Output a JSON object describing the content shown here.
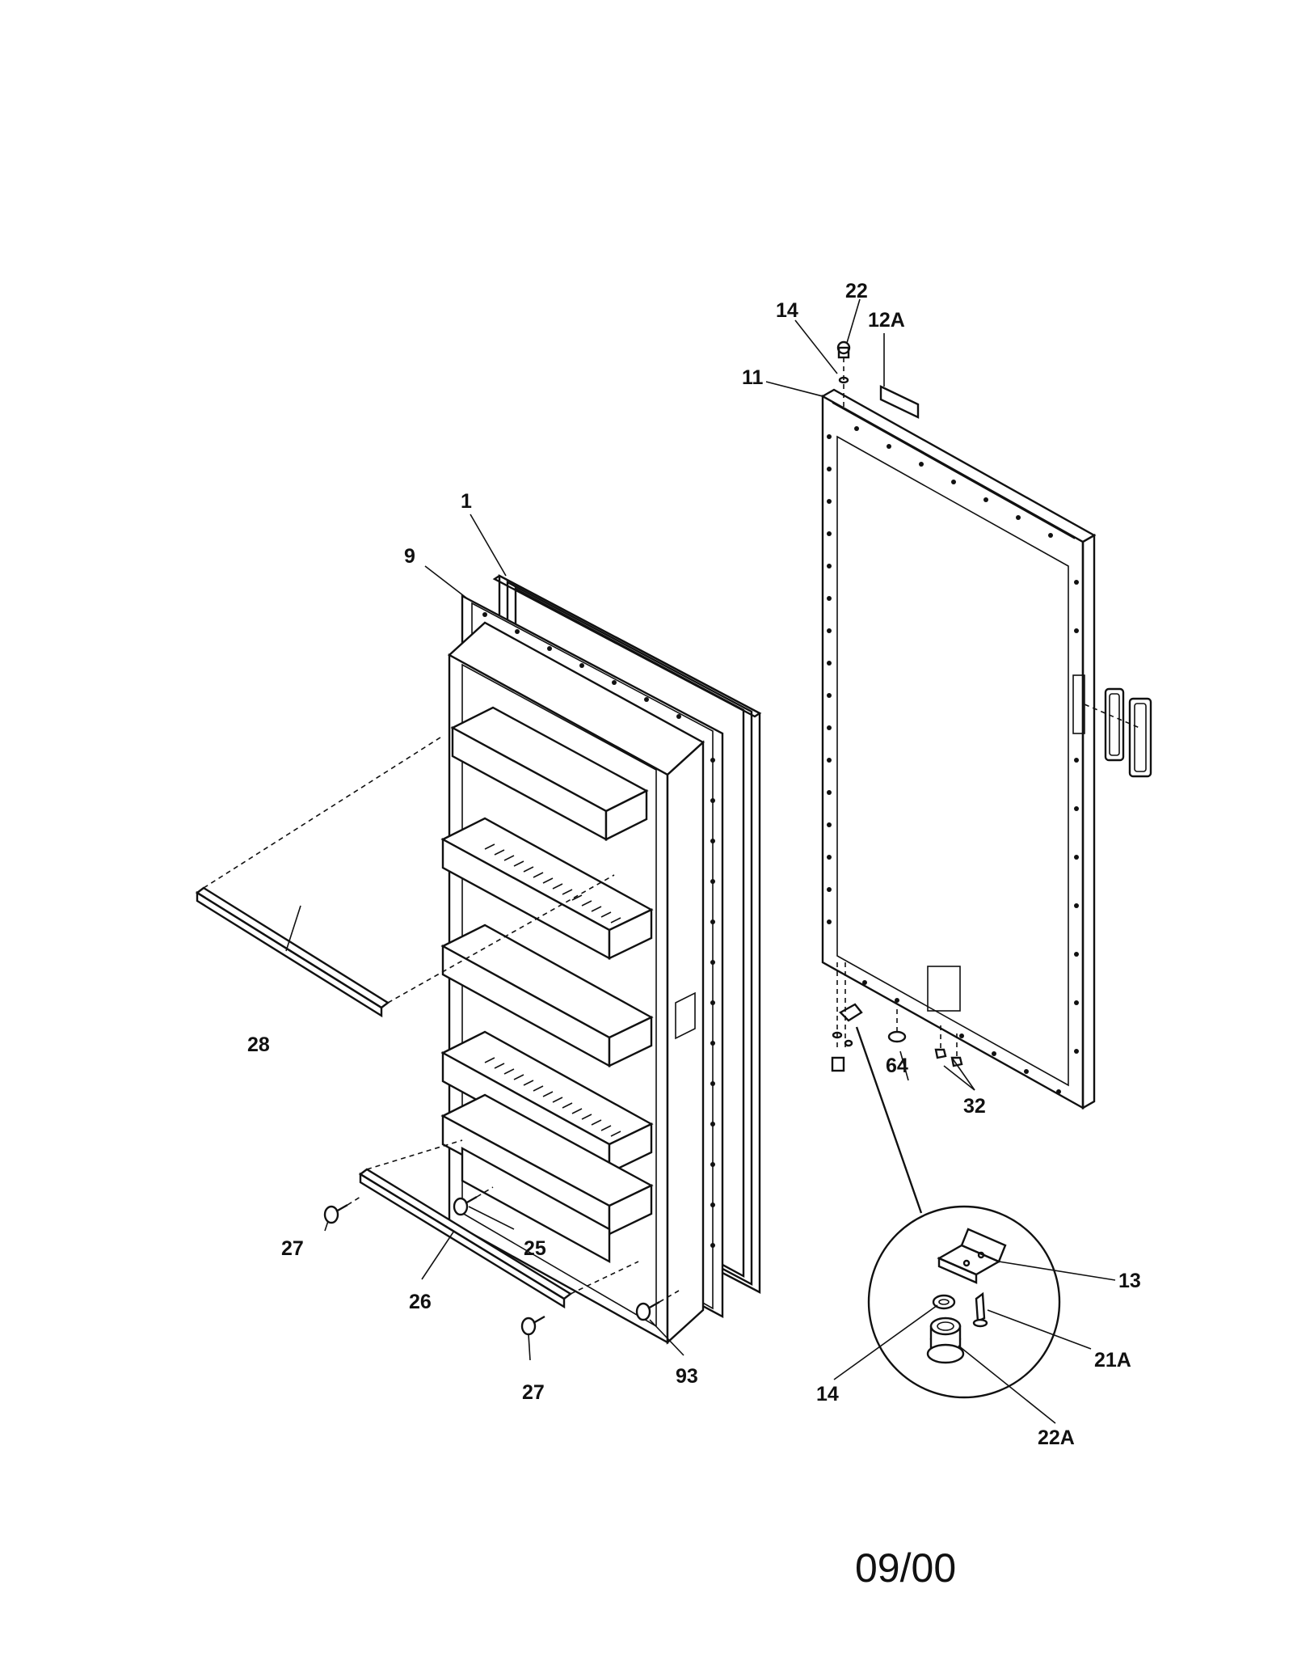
{
  "callouts": {
    "c1": "1",
    "c9": "9",
    "c11": "11",
    "c12a": "12A",
    "c13": "13",
    "c14_top": "14",
    "c14_detail": "14",
    "c21a": "21A",
    "c22": "22",
    "c22a": "22A",
    "c25": "25",
    "c26": "26",
    "c27_upper": "27",
    "c27_lower": "27",
    "c28": "28",
    "c32": "32",
    "c64": "64",
    "c93": "93"
  },
  "date_code": "09/00"
}
